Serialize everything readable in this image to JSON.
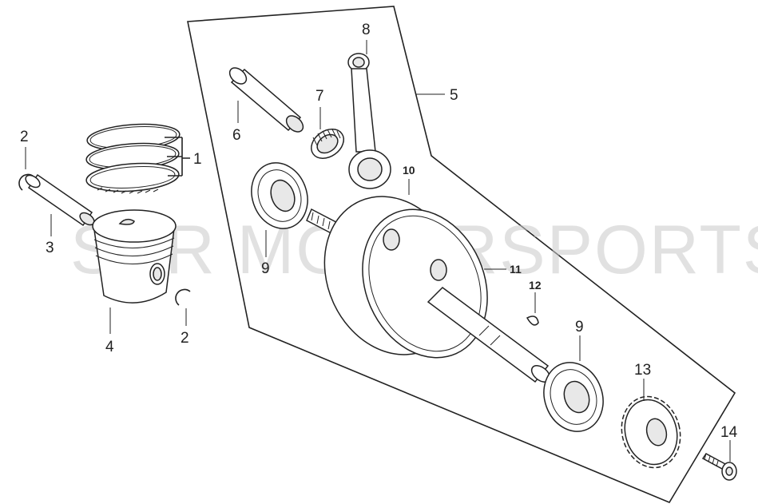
{
  "watermark": "SSR MOTORSPORTS",
  "callouts": {
    "c1": "1",
    "c2a": "2",
    "c2b": "2",
    "c3": "3",
    "c4": "4",
    "c5": "5",
    "c6": "6",
    "c7": "7",
    "c8": "8",
    "c9a": "9",
    "c9b": "9",
    "c10": "10",
    "c11": "11",
    "c12": "12",
    "c13": "13",
    "c14": "14"
  }
}
